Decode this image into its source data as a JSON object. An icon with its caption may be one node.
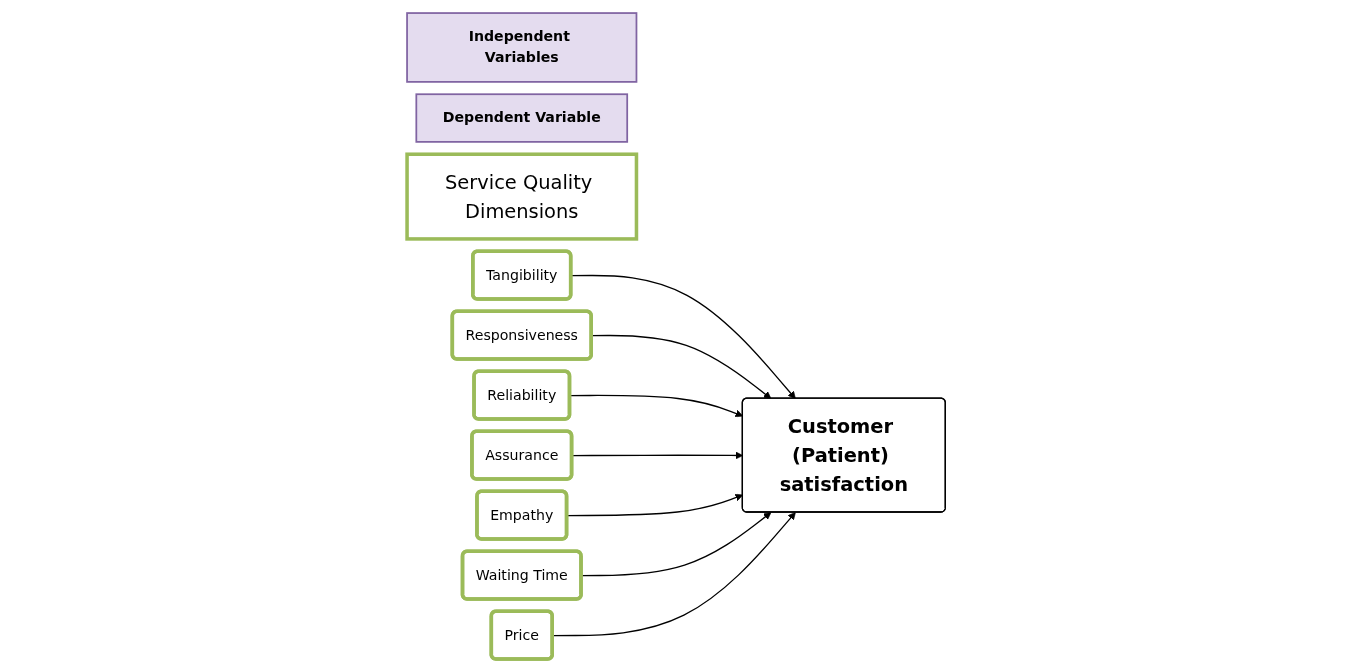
{
  "diagram": {
    "nodes": [
      {
        "text": [
          "Independent Variables"
        ]
      },
      {
        "text": [
          "Dependent Variable"
        ]
      },
      {
        "text": [
          "Service Quality Dimensions"
        ]
      },
      {
        "text": [
          "Tangibility"
        ]
      },
      {
        "text": [
          "Responsiveness"
        ]
      },
      {
        "text": [
          "Reliability"
        ]
      },
      {
        "text": [
          "Assurance"
        ]
      },
      {
        "text": [
          "Empathy"
        ]
      },
      {
        "text": [
          "Waiting Time"
        ]
      },
      {
        "text": [
          "Price"
        ]
      },
      {
        "text": [
          "Customer (Patient) satisfaction"
        ]
      }
    ],
    "edges": [
      {
        "from": 3,
        "to": 10,
        "arrow": "to"
      },
      {
        "from": 4,
        "to": 10,
        "arrow": "to"
      },
      {
        "from": 5,
        "to": 10,
        "arrow": "to"
      },
      {
        "from": 6,
        "to": 10,
        "arrow": "to"
      },
      {
        "from": 7,
        "to": 10,
        "arrow": "to"
      },
      {
        "from": 8,
        "to": 10,
        "arrow": "to"
      },
      {
        "from": 9,
        "to": 10,
        "arrow": "to"
      }
    ]
  }
}
